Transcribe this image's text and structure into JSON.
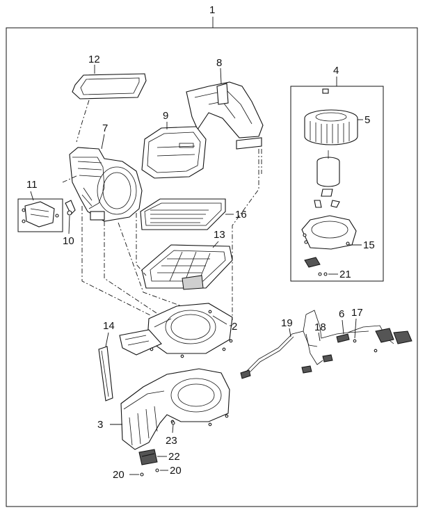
{
  "callouts": {
    "c1": "1",
    "c2": "2",
    "c3": "3",
    "c4": "4",
    "c5": "5",
    "c6": "6",
    "c7": "7",
    "c8": "8",
    "c9": "9",
    "c10": "10",
    "c11": "11",
    "c12": "12",
    "c13": "13",
    "c14": "14",
    "c15": "15",
    "c16": "16",
    "c17": "17",
    "c18": "18",
    "c19": "19",
    "c20a": "20",
    "c20b": "20",
    "c21": "21",
    "c22": "22",
    "c23": "23"
  }
}
